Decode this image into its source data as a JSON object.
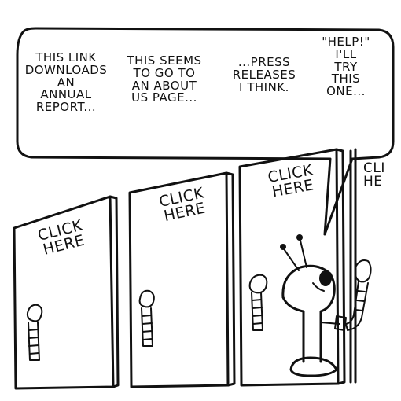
{
  "speech_bubble": {
    "note_1": "THIS LINK\nDOWNLOADS\nAN\nANNUAL\nREPORT...",
    "note_2": "THIS SEEMS\nTO GO TO\nAN ABOUT\nUS PAGE...",
    "note_3": "...PRESS\nRELEASES\nI THINK.",
    "note_4": "\"HELP!\"\nI'LL\nTRY\nTHIS\nONE..."
  },
  "doors": [
    {
      "label": "CLICK\nHERE"
    },
    {
      "label": "CLICK\nHERE"
    },
    {
      "label": "CLICK\nHERE"
    },
    {
      "label": "CLI\nHE"
    }
  ]
}
